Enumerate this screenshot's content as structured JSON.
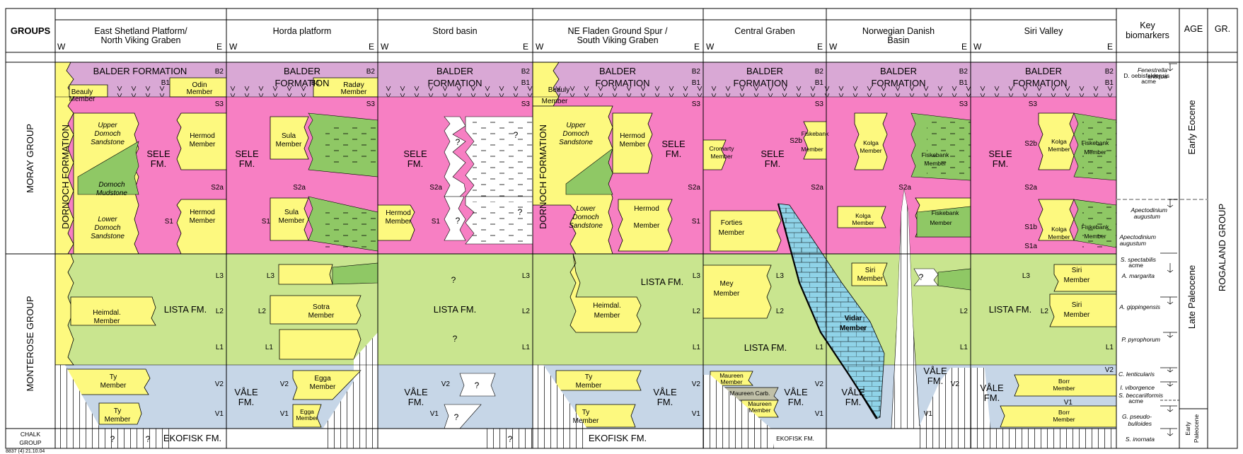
{
  "header": {
    "groups_label": "GROUPS",
    "key_biomarkers": [
      "Key",
      "biomarkers"
    ],
    "age": "AGE",
    "gr": "GR.",
    "west": "W",
    "east": "E",
    "areas": [
      [
        "East Shetland Platform/",
        "North Viking Graben"
      ],
      [
        "Horda platform"
      ],
      [
        "Stord basin"
      ],
      [
        "NE Fladen Ground Spur /",
        "South Viking Graben"
      ],
      [
        "Central Graben"
      ],
      [
        "Norwegian Danish",
        "Basin"
      ],
      [
        "Siri Valley"
      ]
    ]
  },
  "groups": {
    "moray": "MORAY GROUP",
    "monterose": "MONTEROSE GROUP",
    "chalk": [
      "CHALK",
      "GROUP"
    ]
  },
  "age_labels": {
    "early_eocene": "Early Eocene",
    "late_paleocene": "Late Paleocene",
    "early_paleocene": [
      "Early",
      "Paleocene"
    ]
  },
  "gr_label": "ROGALAND GROUP",
  "biomarkers": [
    [
      "Fenestrella",
      "antiqua"
    ],
    [
      "D. oebisfeldensis",
      "acme"
    ],
    [
      "Apectodinium",
      "augustum"
    ],
    [
      "Apectodinium",
      "augustum"
    ],
    [
      "S. spectabilis",
      "acme"
    ],
    [
      "A. margarita"
    ],
    [
      "A. gippingensis"
    ],
    [
      "P. pyrophorum"
    ],
    [
      "C. lenticularis"
    ],
    [
      "I. viborgence"
    ],
    [
      "S. beccariiformis",
      "acme"
    ],
    [
      "G. pseudo-",
      "bulloides"
    ],
    [
      "S. inornata"
    ]
  ],
  "formations": {
    "balder_formation": "BALDER FORMATION",
    "balder": "BALDER",
    "formation": "FORMATION",
    "sele": "SELE",
    "fm": "FM.",
    "lista": "LISTA FM.",
    "vale": "VÅLE",
    "ekofisk": "EKOFISK FM.",
    "dornoch": "DORNOCH FORMATION"
  },
  "units": {
    "b2": "B2",
    "b1": "B1",
    "s3": "S3",
    "s2a": "S2a",
    "s2b": "S2b",
    "s1": "S1",
    "s1a": "S1a",
    "s1b": "S1b",
    "l3": "L3",
    "l2": "L2",
    "l1": "L1",
    "v2": "V2",
    "v1": "V1"
  },
  "members": {
    "beauly": [
      "Beauly",
      "Member"
    ],
    "odin": [
      "Odin",
      "Member"
    ],
    "radoy": [
      "Radøy",
      "Member"
    ],
    "upper_domoch": [
      "Upper",
      "Domoch",
      "Sandstone"
    ],
    "domoch_mudstone": [
      "Domoch",
      "Mudstone"
    ],
    "lower_domoch": [
      "Lower",
      "Domoch",
      "Sandstone"
    ],
    "hermod": [
      "Hermod",
      "Member"
    ],
    "sula": [
      "Sula",
      "Member"
    ],
    "heimdal": [
      "Heimdal.",
      "Member"
    ],
    "sotra": [
      "Sotra",
      "Member"
    ],
    "ty": [
      "Ty",
      "Member"
    ],
    "egga": [
      "Egga",
      "Member"
    ],
    "cromarty": [
      "Cromarty",
      "Member"
    ],
    "fiskebank": [
      "Fiskebank",
      "Member"
    ],
    "forties": [
      "Forties",
      "Member"
    ],
    "mey": [
      "Mey",
      "Member"
    ],
    "maureen": [
      "Maureen",
      "Member"
    ],
    "maureen_carb": "Maureen Carb.",
    "vidar": [
      "Vidar",
      "Member"
    ],
    "kolga": [
      "Kolga",
      "Member"
    ],
    "siri": [
      "Siri",
      "Member"
    ],
    "borr": [
      "Borr",
      "Member"
    ]
  },
  "question": "?",
  "figure_code": "8837 (4) 21.10.04"
}
